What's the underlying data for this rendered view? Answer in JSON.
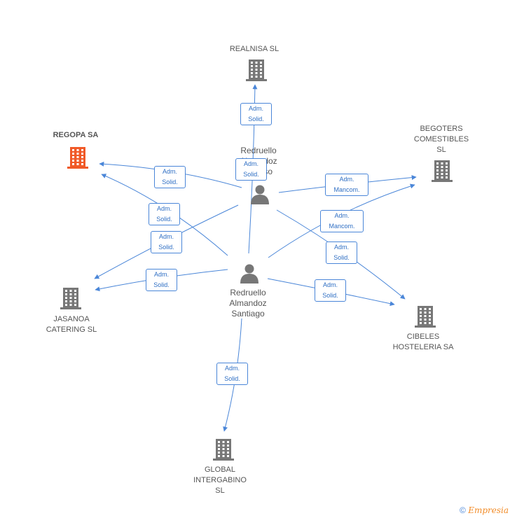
{
  "nodes": {
    "realnisa": {
      "label": "REALNISA SL"
    },
    "regopa": {
      "label": "REGOPA SA",
      "color": "#f05a28"
    },
    "begoters": {
      "label": "BEGOTERS\nCOMESTIBLES\nSL"
    },
    "jasanoa": {
      "label": "JASANOA\nCATERING SL"
    },
    "cibeles": {
      "label": "CIBELES\nHOSTELERIA SA"
    },
    "global": {
      "label": "GLOBAL\nINTERGABINO\nSL"
    },
    "person_top": {
      "label": "Redruello\nAlmandoz\nAlfonso"
    },
    "person_main": {
      "label": "Redruello\nAlmandoz\nSantiago"
    }
  },
  "edge_labels": {
    "adm_solid": "Adm.\nSolid.",
    "adm_mancom": "Adm.\nMancom."
  },
  "colors": {
    "edge": "#4a86d8",
    "building": "#777777",
    "building_focus": "#f05a28",
    "person": "#777777"
  },
  "footer": {
    "copyright": "©",
    "brand": "Empresia"
  }
}
